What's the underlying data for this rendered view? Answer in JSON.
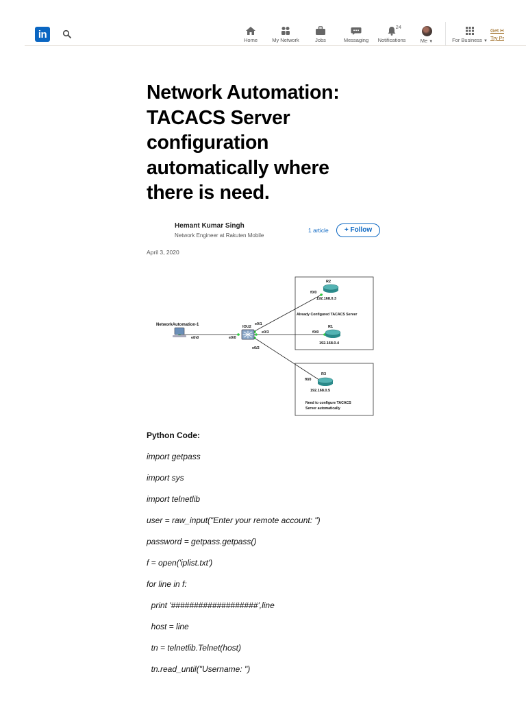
{
  "nav": {
    "logo": "in",
    "items": [
      {
        "label": "Home",
        "icon": "home-icon"
      },
      {
        "label": "My Network",
        "icon": "people-icon"
      },
      {
        "label": "Jobs",
        "icon": "briefcase-icon"
      },
      {
        "label": "Messaging",
        "icon": "message-icon"
      },
      {
        "label": "Notifications",
        "icon": "bell-icon",
        "badge": "24"
      },
      {
        "label": "Me",
        "icon": "avatar"
      },
      {
        "label": "For Business",
        "icon": "grid-icon"
      }
    ],
    "premium_line1": "Get Hired Faster",
    "premium_line2": "Try Premium"
  },
  "article": {
    "title_lines": [
      "Network Automation:",
      "TACACS Server",
      "configuration",
      "automatically where",
      "there is need."
    ],
    "author_name": "Hemant Kumar Singh",
    "author_role": "Network Engineer at Rakuten Mobile",
    "articles_count": "1 article",
    "follow_label": "+ Follow",
    "date": "April 3, 2020"
  },
  "diagram": {
    "host_label": "NetworkAutomation-1",
    "host_if": "eth0",
    "switch_label": "IOU2",
    "switch_ports": [
      "e0/0",
      "e0/1",
      "e0/3",
      "e0/2"
    ],
    "routers": [
      {
        "name": "R2",
        "if": "f0/0",
        "ip": "192.168.0.3"
      },
      {
        "name": "R1",
        "if": "f0/0",
        "ip": "192.168.0.4"
      },
      {
        "name": "R3",
        "if": "f0/0",
        "ip": "192.168.0.5"
      }
    ],
    "configured_note": "Already Configured TACACS Server",
    "need_note_line1": "Need to configure TACACS",
    "need_note_line2": "Server automatically"
  },
  "code": {
    "heading": "Python Code:",
    "lines": [
      "import getpass",
      "import sys",
      "import telnetlib",
      "user = raw_input(\"Enter your remote account: \")",
      "password = getpass.getpass()",
      "f = open('iplist.txt')",
      "for line in f:",
      "  print '###################',line",
      "  host = line",
      "  tn = telnetlib.Telnet(host)",
      "  tn.read_until(\"Username: \")"
    ]
  },
  "colors": {
    "brand": "#0a66c2",
    "premium": "#915907"
  }
}
